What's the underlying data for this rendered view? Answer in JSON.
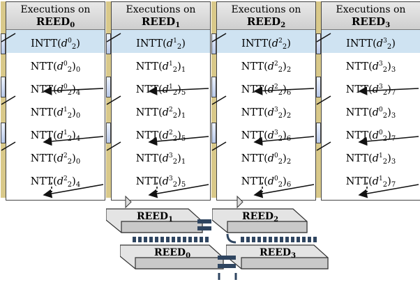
{
  "columns": [
    {
      "header": "Executions on",
      "device": "REED",
      "device_index": "0",
      "rows": [
        {
          "fn": "INTT",
          "base": "d",
          "sub": "2",
          "sup": "0",
          "idx": ""
        },
        {
          "fn": "NTT",
          "base": "d",
          "sub": "2",
          "sup": "0",
          "idx": "0"
        },
        {
          "fn": "NTT",
          "base": "d",
          "sub": "2",
          "sup": "0",
          "idx": "4"
        },
        {
          "fn": "NTT",
          "base": "d",
          "sub": "2",
          "sup": "1",
          "idx": "0"
        },
        {
          "fn": "NTT",
          "base": "d",
          "sub": "2",
          "sup": "1",
          "idx": "4"
        },
        {
          "fn": "NTT",
          "base": "d",
          "sub": "2",
          "sup": "2",
          "idx": "0"
        },
        {
          "fn": "NTT",
          "base": "d",
          "sub": "2",
          "sup": "2",
          "idx": "4"
        }
      ]
    },
    {
      "header": "Executions on",
      "device": "REED",
      "device_index": "1",
      "rows": [
        {
          "fn": "INTT",
          "base": "d",
          "sub": "2",
          "sup": "1",
          "idx": ""
        },
        {
          "fn": "NTT",
          "base": "d",
          "sub": "2",
          "sup": "1",
          "idx": "1"
        },
        {
          "fn": "NTT",
          "base": "d",
          "sub": "2",
          "sup": "1",
          "idx": "5"
        },
        {
          "fn": "NTT",
          "base": "d",
          "sub": "2",
          "sup": "2",
          "idx": "1"
        },
        {
          "fn": "NTT",
          "base": "d",
          "sub": "2",
          "sup": "2",
          "idx": "5"
        },
        {
          "fn": "NTT",
          "base": "d",
          "sub": "2",
          "sup": "3",
          "idx": "1"
        },
        {
          "fn": "NTT",
          "base": "d",
          "sub": "2",
          "sup": "3",
          "idx": "5"
        }
      ]
    },
    {
      "header": "Executions on",
      "device": "REED",
      "device_index": "2",
      "rows": [
        {
          "fn": "INTT",
          "base": "d",
          "sub": "2",
          "sup": "2",
          "idx": ""
        },
        {
          "fn": "NTT",
          "base": "d",
          "sub": "2",
          "sup": "2",
          "idx": "2"
        },
        {
          "fn": "NTT",
          "base": "d",
          "sub": "2",
          "sup": "2",
          "idx": "6"
        },
        {
          "fn": "NTT",
          "base": "d",
          "sub": "2",
          "sup": "3",
          "idx": "2"
        },
        {
          "fn": "NTT",
          "base": "d",
          "sub": "2",
          "sup": "3",
          "idx": "6"
        },
        {
          "fn": "NTT",
          "base": "d",
          "sub": "2",
          "sup": "0",
          "idx": "2"
        },
        {
          "fn": "NTT",
          "base": "d",
          "sub": "2",
          "sup": "0",
          "idx": "6"
        }
      ]
    },
    {
      "header": "Executions on",
      "device": "REED",
      "device_index": "3",
      "rows": [
        {
          "fn": "INTT",
          "base": "d",
          "sub": "2",
          "sup": "3",
          "idx": ""
        },
        {
          "fn": "NTT",
          "base": "d",
          "sub": "2",
          "sup": "3",
          "idx": "3"
        },
        {
          "fn": "NTT",
          "base": "d",
          "sub": "2",
          "sup": "3",
          "idx": "7"
        },
        {
          "fn": "NTT",
          "base": "d",
          "sub": "2",
          "sup": "0",
          "idx": "3"
        },
        {
          "fn": "NTT",
          "base": "d",
          "sub": "2",
          "sup": "0",
          "idx": "7"
        },
        {
          "fn": "NTT",
          "base": "d",
          "sub": "2",
          "sup": "1",
          "idx": "3"
        },
        {
          "fn": "NTT",
          "base": "d",
          "sub": "2",
          "sup": "1",
          "idx": "7"
        }
      ]
    }
  ],
  "boards": [
    {
      "name": "REED",
      "index": "1"
    },
    {
      "name": "REED",
      "index": "2"
    },
    {
      "name": "REED",
      "index": "0"
    },
    {
      "name": "REED",
      "index": "3"
    }
  ],
  "colors": {
    "header_bg": "#d6d6d6",
    "first_row": "#cfe3f2",
    "board": "#e0e0e0",
    "link": "#2f4560",
    "gold": "#d9c98a"
  }
}
